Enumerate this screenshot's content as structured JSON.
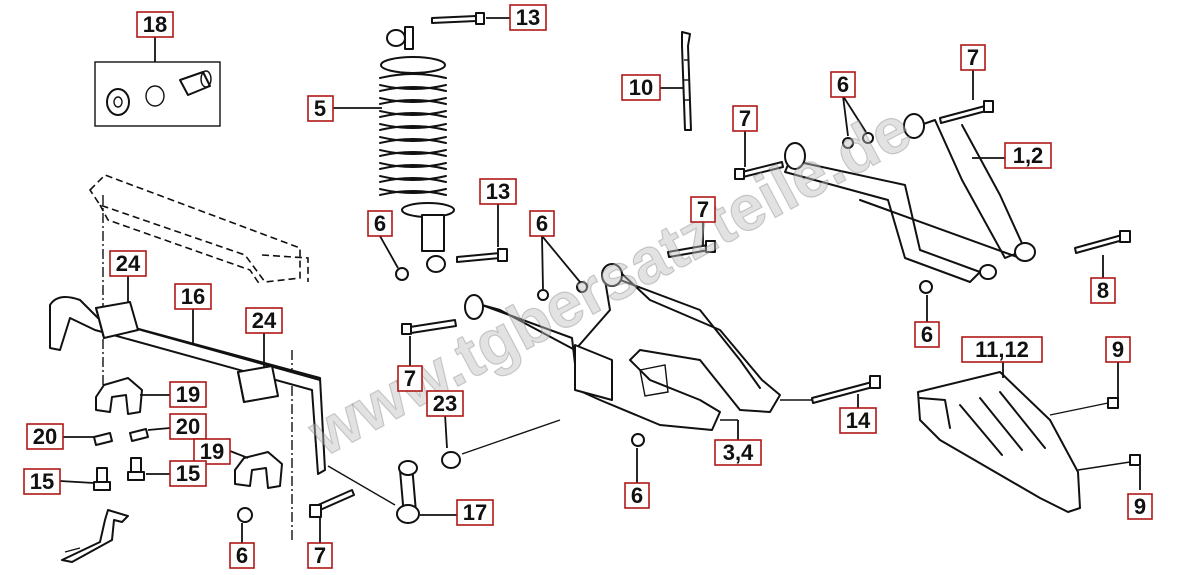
{
  "watermark": "www.tgbersatzteile.de",
  "labels": {
    "l18": "18",
    "l13a": "13",
    "l5": "5",
    "l10": "10",
    "l6a": "6",
    "l7a": "7",
    "l7b": "7",
    "l12a": "1,2",
    "l6b": "6",
    "l13b": "13",
    "l6c": "6",
    "l7c": "7",
    "l8": "8",
    "l24a": "24",
    "l16": "16",
    "l24b": "24",
    "l6d": "6",
    "l7d": "7",
    "l1112": "11,12",
    "l9a": "9",
    "l19a": "19",
    "l23": "23",
    "l14": "14",
    "l20a": "20",
    "l20b": "20",
    "l34": "3,4",
    "l19b": "19",
    "l15a": "15",
    "l15b": "15",
    "l6e": "6",
    "l17": "17",
    "l9b": "9",
    "l6f": "6",
    "l7e": "7"
  }
}
